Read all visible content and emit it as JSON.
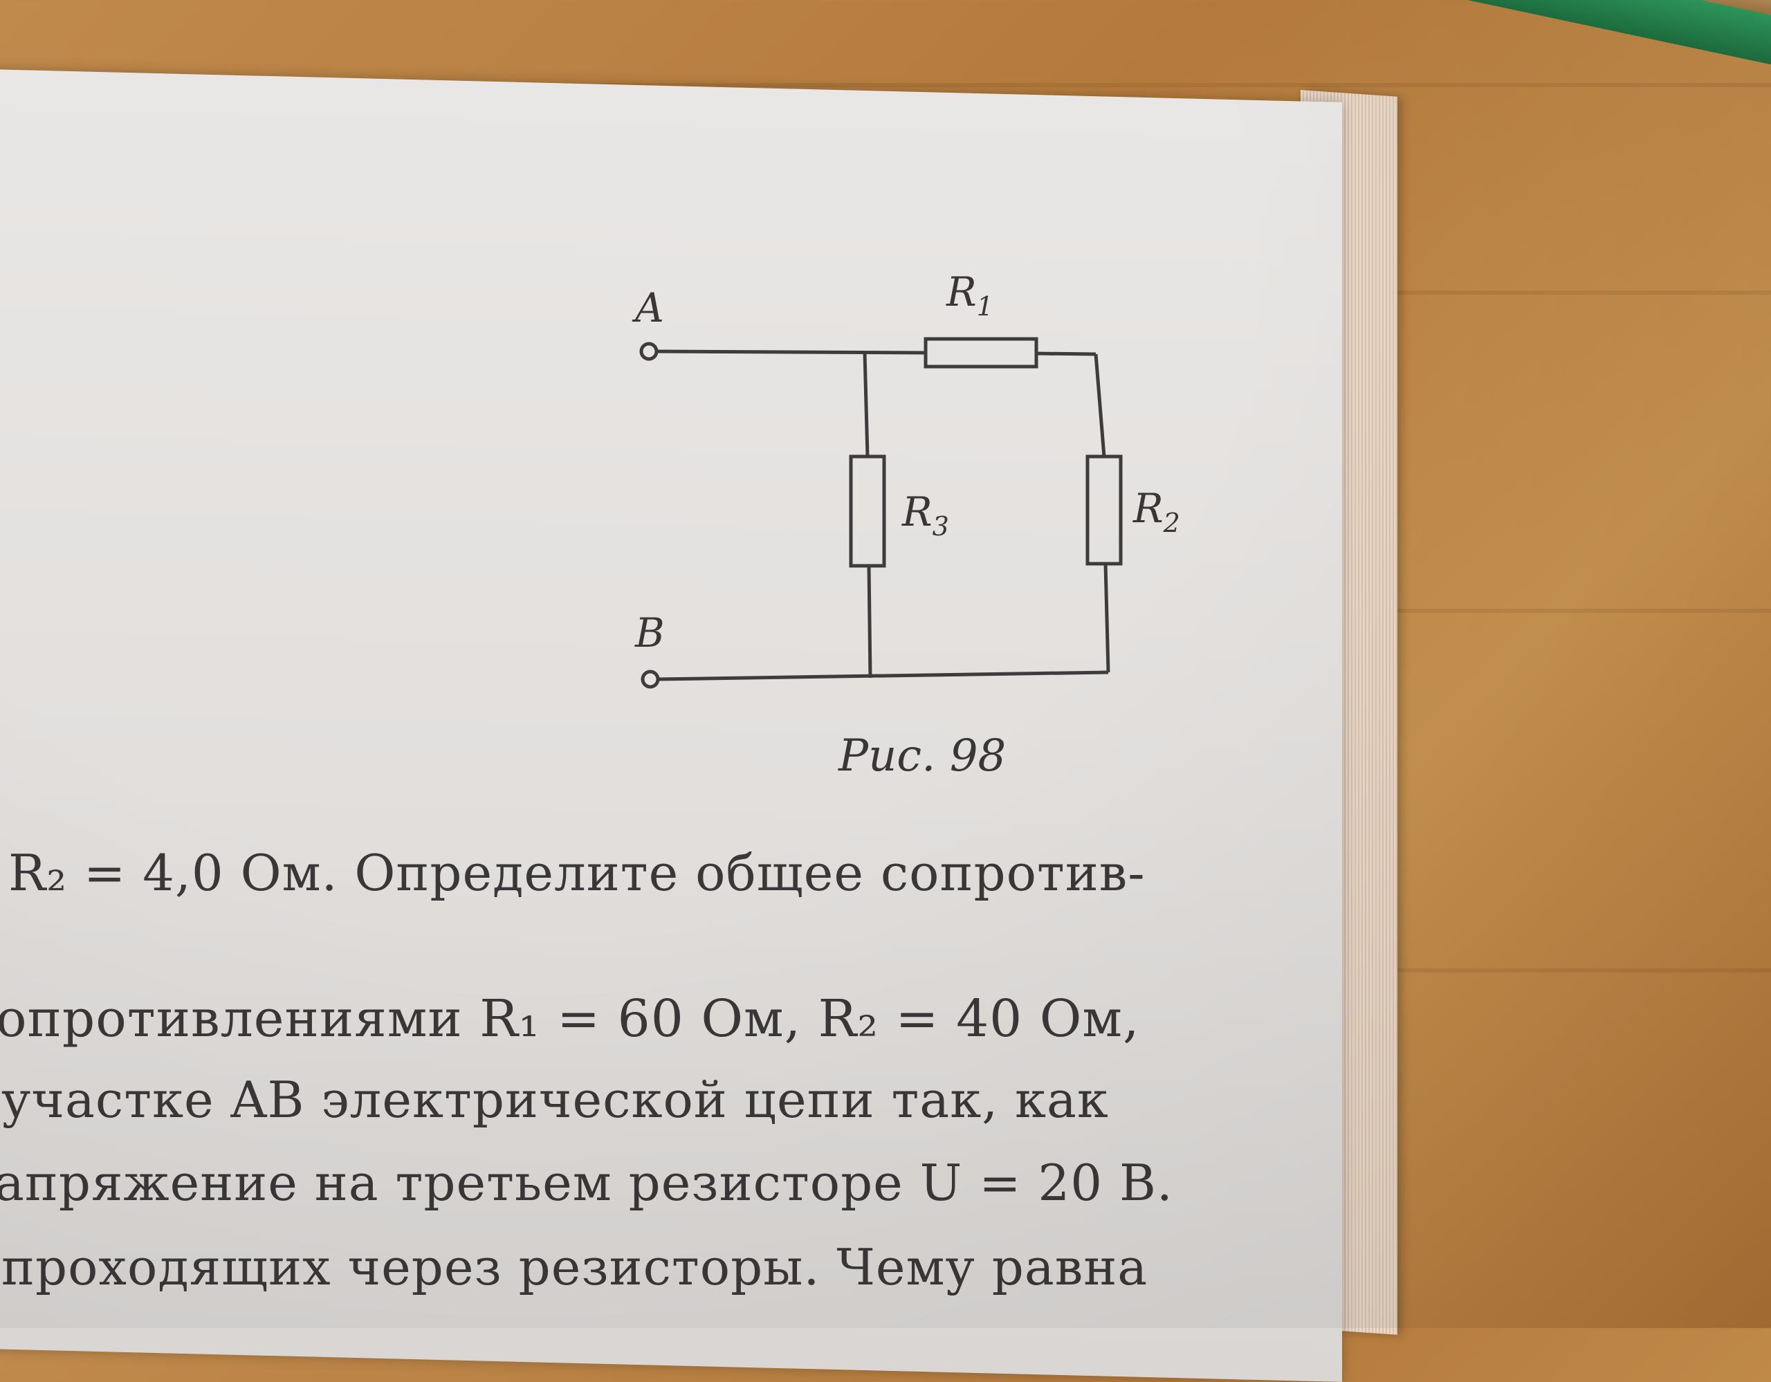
{
  "figure": {
    "terminal_a": "A",
    "terminal_b": "B",
    "r1_label": "R",
    "r1_sub": "1",
    "r2_label": "R",
    "r2_sub": "2",
    "r3_label": "R",
    "r3_sub": "3",
    "caption": "Рис. 98"
  },
  "text_lines": [
    "R₂ = 4,0 Ом. Определите общее сопротив-",
    "опротивлениями R₁ = 60 Ом, R₂ = 40 Ом,",
    "участке AB электрической цепи так, как",
    "апряжение на третьем резисторе U = 20 В.",
    "проходящих через резисторы. Чему равна"
  ]
}
